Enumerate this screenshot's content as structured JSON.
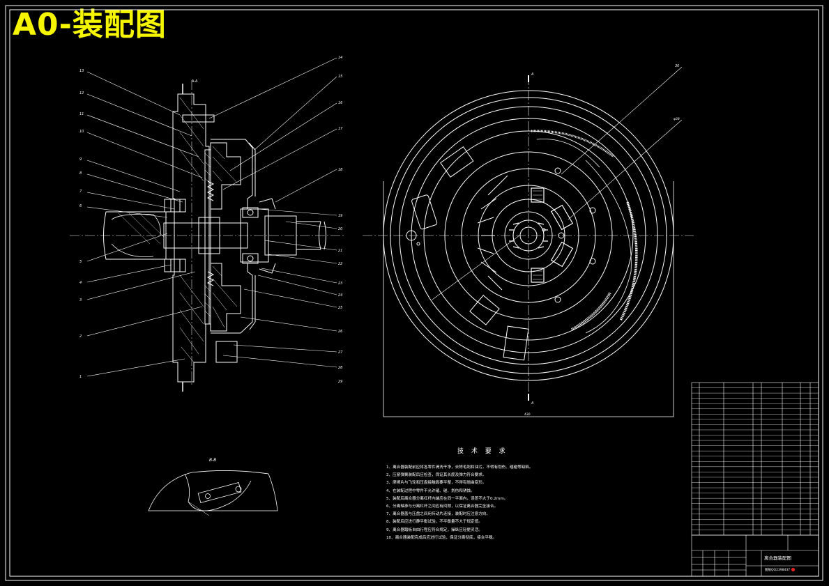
{
  "drawing_title": "A0-装配图",
  "section_labels": {
    "top_view": "A-A",
    "detail_view": "B-B",
    "cut_marker": "A"
  },
  "dimensions": {
    "overall_width": "430"
  },
  "part_callouts_left": [
    "13",
    "12",
    "11",
    "10",
    "9",
    "8",
    "7",
    "6",
    "5",
    "4",
    "3",
    "2",
    "1"
  ],
  "part_callouts_right": [
    "14",
    "15",
    "16",
    "17",
    "18",
    "19",
    "20",
    "21",
    "22",
    "23",
    "24",
    "25",
    "26",
    "27",
    "28",
    "29"
  ],
  "front_view_callouts": [
    "30",
    "φ38"
  ],
  "tech_requirements": {
    "title": "技 术 要 求",
    "items": [
      "1、离合器装配前应将各零件清洗干净，去除毛刺和油污，不得有划伤、磕碰等缺陷。",
      "2、压紧弹簧装配后应检查，保证其长度及弹力符合要求。",
      "3、摩擦片与飞轮和压盘接触面要平整，不得有翘曲变形。",
      "4、在装配过程中零件不允许磕、碰、划伤和锈蚀。",
      "5、装配后离合器分离杠杆内端应在同一平面内，误差不大于0.2mm。",
      "6、分离轴承与分离杠杆之间应有间隙，以保证离合器完全接合。",
      "7、离合器盖与压盘之间用传动片连接，装配时应注意方向。",
      "8、装配后应进行静平衡试验，不平衡量不大于规定值。",
      "9、离合器踏板自由行程应符合规定，操纵应轻便灵活。",
      "10、离合器装配完成后应进行试验，保证分离彻底，接合平稳。"
    ]
  },
  "title_block": {
    "drawing_name": "离合器装配图",
    "stamp": "图纸QQ2398437"
  }
}
